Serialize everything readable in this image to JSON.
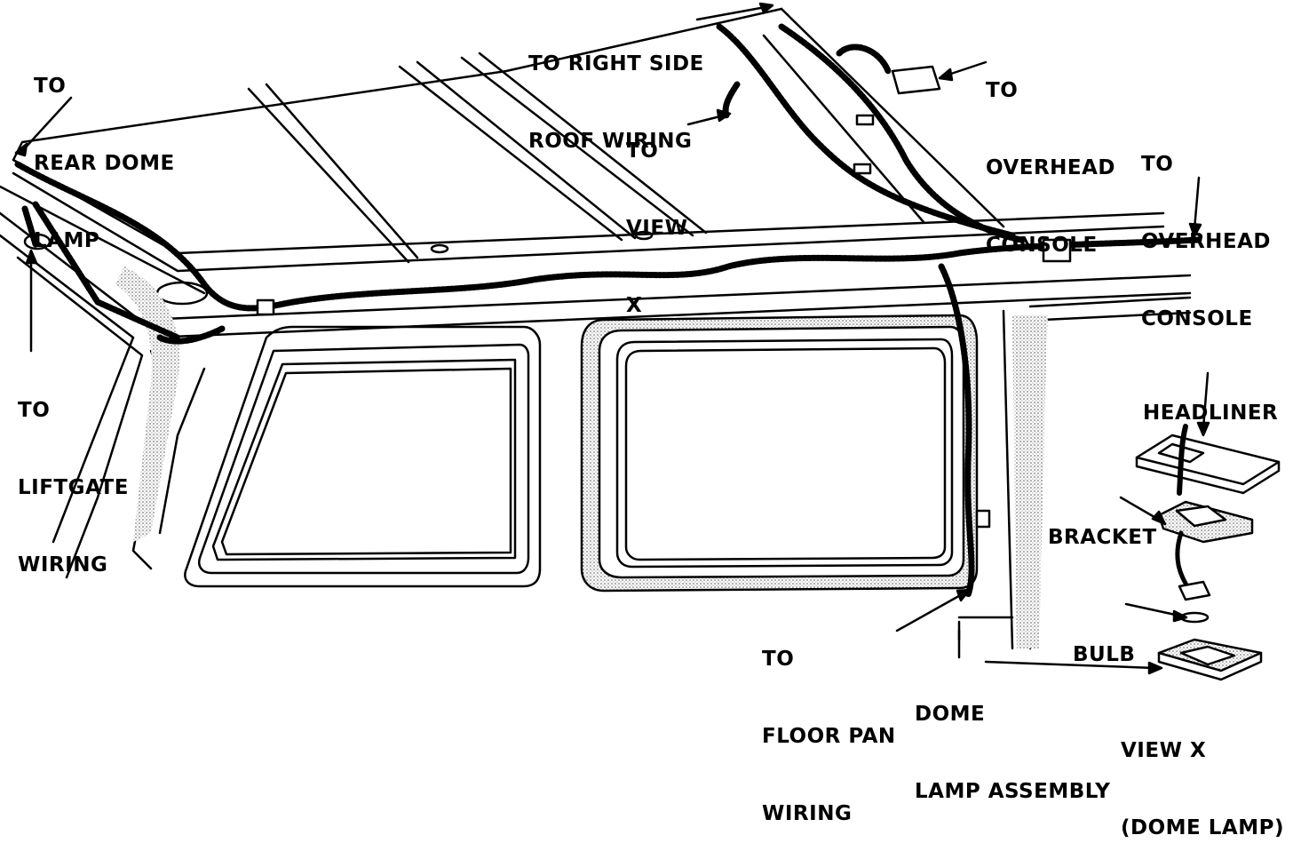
{
  "diagram": {
    "labels": {
      "rear_dome_lamp": [
        "TO",
        "REAR DOME",
        "LAMP"
      ],
      "right_side_roof": [
        "TO RIGHT SIDE",
        "ROOF WIRING"
      ],
      "view_x_ref": [
        "TO",
        "VIEW",
        "X"
      ],
      "overhead_console_1": [
        "TO",
        "OVERHEAD",
        "CONSOLE"
      ],
      "overhead_console_2": [
        "TO",
        "OVERHEAD",
        "CONSOLE"
      ],
      "liftgate": [
        "TO",
        "LIFTGATE",
        "WIRING"
      ],
      "headliner": "HEADLINER",
      "bracket": "BRACKET",
      "bulb": "BULB",
      "floor_pan": [
        "TO",
        "FLOOR PAN",
        "WIRING"
      ],
      "dome_lamp_assembly": [
        "DOME",
        "LAMP ASSEMBLY"
      ],
      "view_x_title": [
        "VIEW X",
        "(DOME LAMP)"
      ]
    }
  }
}
